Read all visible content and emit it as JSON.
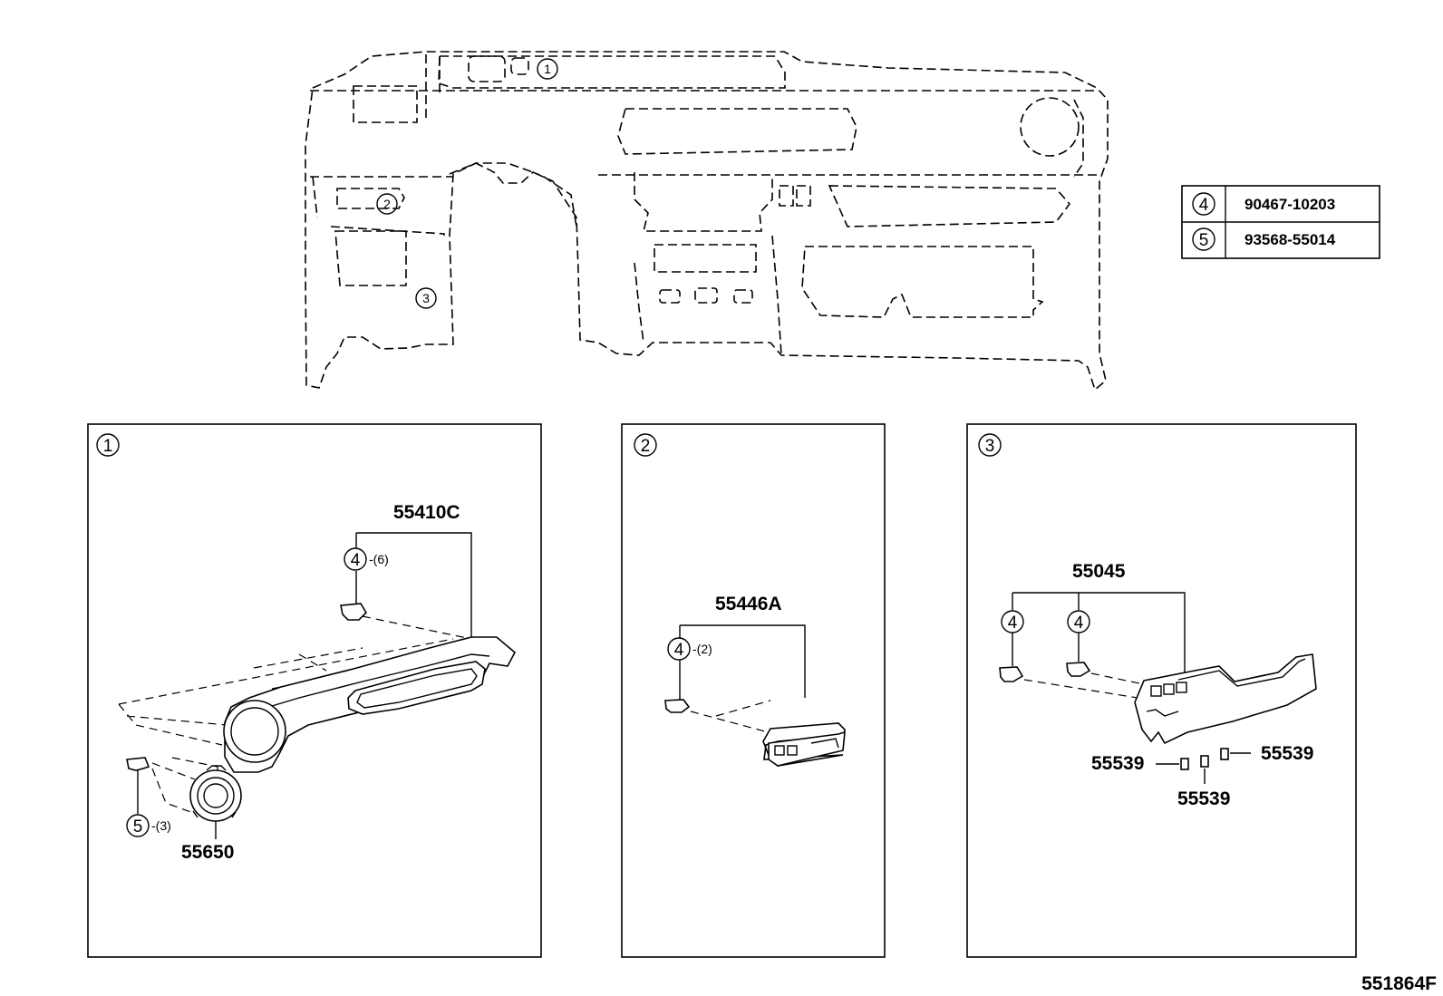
{
  "overview_callouts": [
    "1",
    "2",
    "3"
  ],
  "legend": [
    {
      "ref": "4",
      "part_no": "90467-10203"
    },
    {
      "ref": "5",
      "part_no": "93568-55014"
    }
  ],
  "panels": [
    {
      "ref": "1",
      "labels": {
        "main": "55410C",
        "clip_ref": "4",
        "clip_qty": "-(6)",
        "screw_ref": "5",
        "screw_qty": "-(3)",
        "vent": "55650"
      }
    },
    {
      "ref": "2",
      "labels": {
        "main": "55446A",
        "clip_ref": "4",
        "clip_qty": "-(2)"
      }
    },
    {
      "ref": "3",
      "labels": {
        "main": "55045",
        "clip_ref_a": "4",
        "clip_ref_b": "4",
        "plug_left": "55539",
        "plug_right": "55539",
        "plug_bottom": "55539"
      }
    }
  ],
  "illustration_id": "551864F"
}
